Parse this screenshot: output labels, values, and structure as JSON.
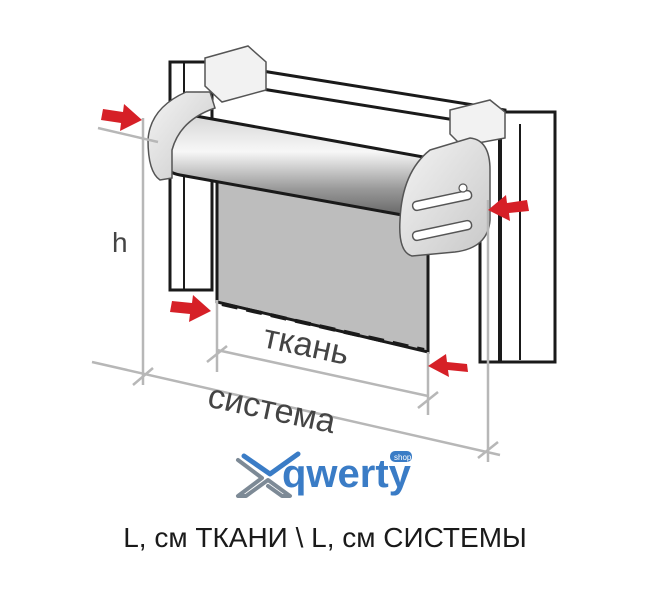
{
  "labels": {
    "height": "h",
    "fabric": "ткань",
    "system": "система"
  },
  "watermark": {
    "brand": "qwerty",
    "badge": "shop",
    "colors": {
      "blue": "#3a7cc6",
      "gray": "#7d8a96"
    }
  },
  "caption": "L, см ТКАНИ \\ L, см СИСТЕМЫ",
  "colors": {
    "arrow": "#d62027",
    "dimension_line": "#b7b7b7",
    "fabric": "#bdbdbd",
    "frame": "#1a1a1a"
  }
}
